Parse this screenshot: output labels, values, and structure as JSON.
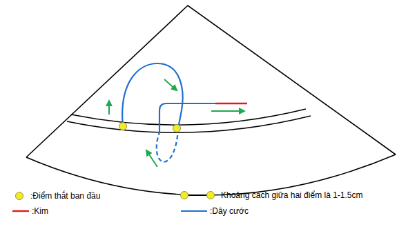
{
  "diagram": {
    "legend": [
      {
        "text": ":Điểm thắt ban đầu"
      },
      {
        "text": "Khoảng cách giữa hai điểm là 1-1.5cm"
      },
      {
        "text": ":Kim"
      },
      {
        "text": ":Dây cước"
      }
    ]
  }
}
